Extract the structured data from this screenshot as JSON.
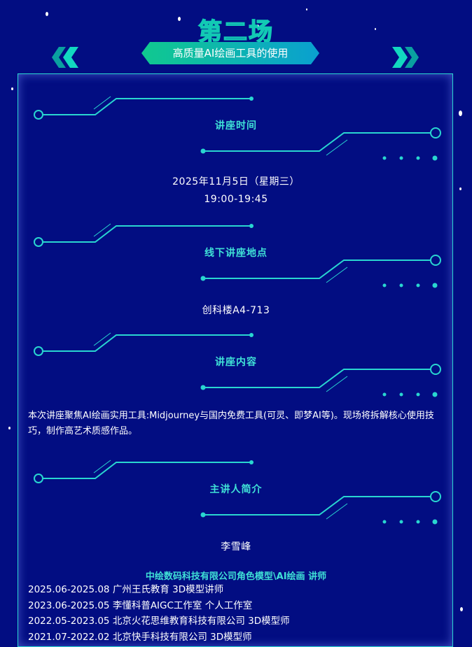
{
  "header": {
    "session": "第二场",
    "subtitle": "高质量AI绘画工具的使用"
  },
  "sections": [
    {
      "title": "讲座时间",
      "lines": [
        "2025年11月5日（星期三）",
        "19:00-19:45"
      ]
    },
    {
      "title": "线下讲座地点",
      "lines": [
        "创科楼A4-713"
      ]
    },
    {
      "title": "讲座内容",
      "paragraph": "本次讲座聚焦AI绘画实用工具:Midjourney与国内免费工具(可灵、即梦AI等)。现场将拆解核心使用技巧，制作高艺术质感作品。"
    },
    {
      "title": "主讲人简介",
      "name": "李雪峰",
      "org": "中绘数码科技有限公司角色模型\\AI绘画 讲师",
      "experience": [
        "2025.06-2025.08 广州王氏教育  3D模型讲师",
        "2023.06-2025.05 李懂科普AIGC工作室  个人工作室",
        "2022.05-2023.05 北京火花思维教育科技有限公司 3D模型师",
        "2021.07-2022.02 北京快手科技有限公司  3D模型师"
      ]
    }
  ],
  "colors": {
    "bg": "#020d82",
    "accent": "#29d6d0"
  }
}
